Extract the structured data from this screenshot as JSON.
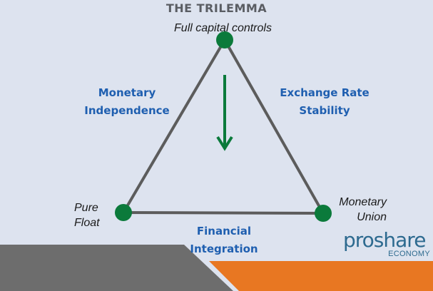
{
  "title": "THE TRILEMMA",
  "vertices": {
    "top": "Full capital controls",
    "left_line1": "Pure",
    "left_line2": "Float",
    "right_line1": "Monetary",
    "right_line2": "Union"
  },
  "edges": {
    "left_line1": "Monetary",
    "left_line2": "Independence",
    "right_line1": "Exchange Rate",
    "right_line2": "Stability",
    "bottom_line1": "Financial",
    "bottom_line2": "Integration"
  },
  "logo": {
    "main": "proshare",
    "sub": "ECONOMY"
  },
  "colors": {
    "background": "#dde3ef",
    "node": "#0b7a3b",
    "line": "#5c5c5c",
    "edge_label": "#1f5fb0",
    "footer_gray": "#6d6d6d",
    "footer_orange": "#e87722"
  }
}
